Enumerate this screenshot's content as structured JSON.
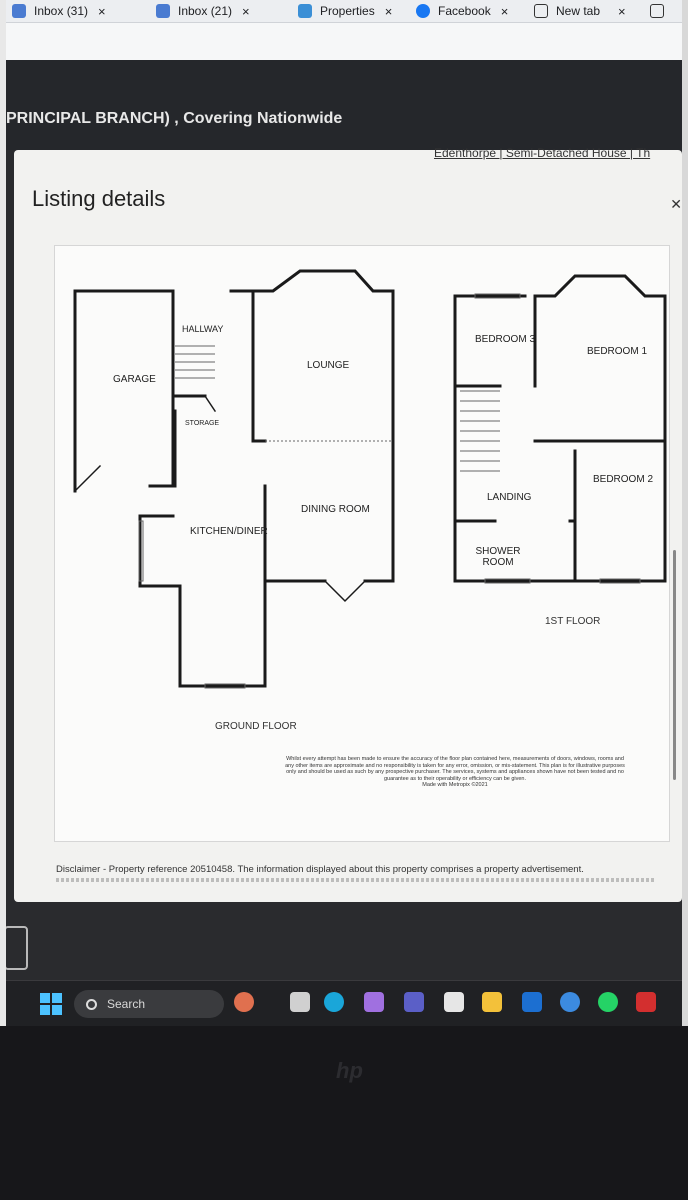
{
  "browser": {
    "tabs": [
      {
        "label": "Inbox (31)"
      },
      {
        "label": "Inbox (21)"
      },
      {
        "label": "Properties"
      },
      {
        "label": "Facebook"
      },
      {
        "label": "New tab"
      }
    ],
    "tab_close": "×"
  },
  "page": {
    "branch_text": "PRINCIPAL BRANCH) , Covering Nationwide",
    "subtitle": "Edenthorpe | Semi-Detached House | Th"
  },
  "modal": {
    "title": "Listing details",
    "close_icon": "close-icon"
  },
  "floorplan": {
    "ground_floor": {
      "label": "GROUND FLOOR",
      "rooms": [
        "GARAGE",
        "HALLWAY",
        "STORAGE",
        "LOUNGE",
        "DINING ROOM",
        "KITCHEN/DINER"
      ]
    },
    "first_floor": {
      "label": "1ST FLOOR",
      "rooms": [
        "BEDROOM 3",
        "BEDROOM 1",
        "BEDROOM 2",
        "LANDING",
        "SHOWER ROOM"
      ]
    },
    "note": "Whilst every attempt has been made to ensure the accuracy of the floor plan contained here, measurements of doors, windows, rooms and any other items are approximate and no responsibility is taken for any error, omission, or mis-statement. This plan is for illustrative purposes only and should be used as such by any prospective purchaser. The services, systems and appliances shown have not been tested and no guarantee as to their operability or efficiency can be given.",
    "credit": "Made with Metropix ©2021"
  },
  "disclaimer": "Disclaimer - Property reference 20510458. The information displayed about this property comprises a property advertisement.",
  "taskbar": {
    "search_label": "Search"
  },
  "colors": {
    "win_blue": "#4cc2ff",
    "wall": "#1a1a1a"
  }
}
